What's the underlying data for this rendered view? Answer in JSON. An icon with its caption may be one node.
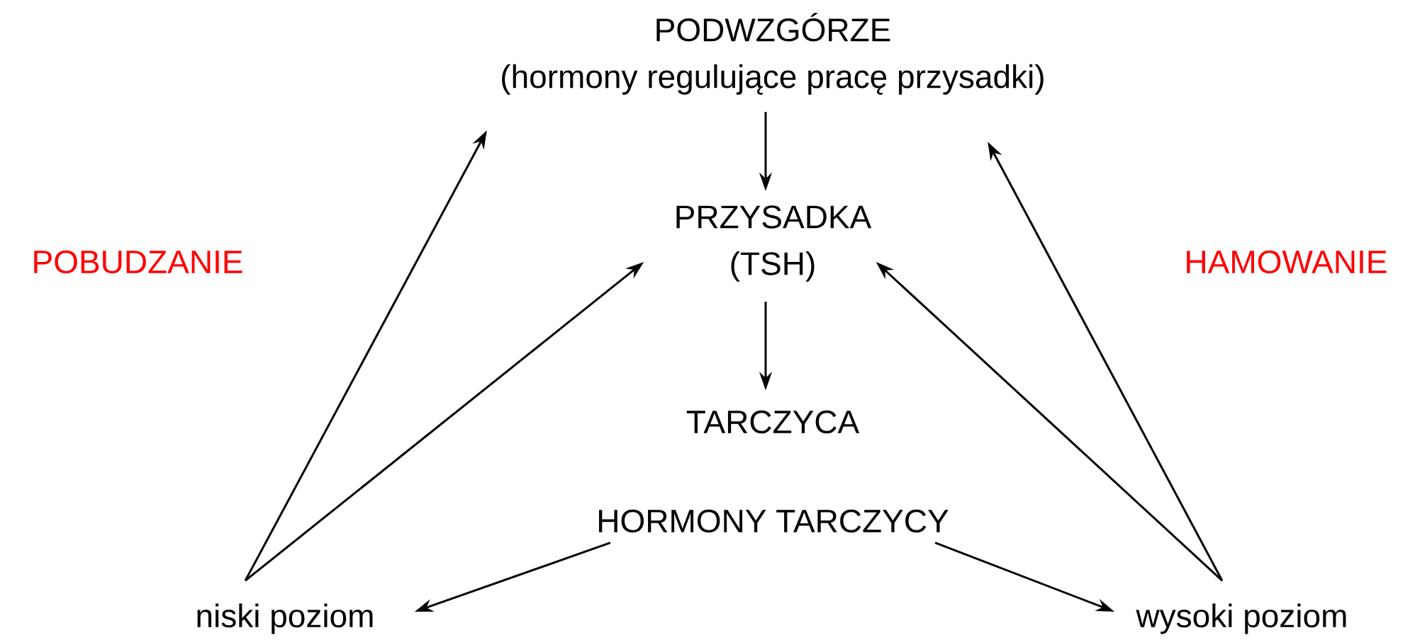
{
  "diagram": {
    "nodes": [
      {
        "text": [
          "PODWZGÓRZE",
          "(hormony regulujące pracę przysadki)"
        ]
      },
      {
        "text": [
          "PRZYSADKA",
          "(TSH)"
        ]
      },
      {
        "text": [
          "TARCZYCA"
        ]
      },
      {
        "text": [
          "HORMONY TARCZYCY"
        ]
      },
      {
        "text": [
          "niski poziom"
        ]
      },
      {
        "text": [
          "wysoki poziom"
        ]
      }
    ],
    "edges": [
      {
        "from": 0,
        "to": 1,
        "arrow": "to"
      },
      {
        "from": 1,
        "to": 2,
        "arrow": "to"
      },
      {
        "from": 3,
        "to": 4,
        "arrow": "to"
      },
      {
        "from": 3,
        "to": 5,
        "arrow": "to"
      },
      {
        "from": 4,
        "to": 0,
        "arrow": "to"
      },
      {
        "from": 4,
        "to": 1,
        "arrow": "to"
      },
      {
        "from": 5,
        "to": 0,
        "arrow": "to"
      },
      {
        "from": 5,
        "to": 1,
        "arrow": "to"
      }
    ],
    "labels": [
      "POBUDZANIE",
      "HAMOWANIE"
    ]
  }
}
